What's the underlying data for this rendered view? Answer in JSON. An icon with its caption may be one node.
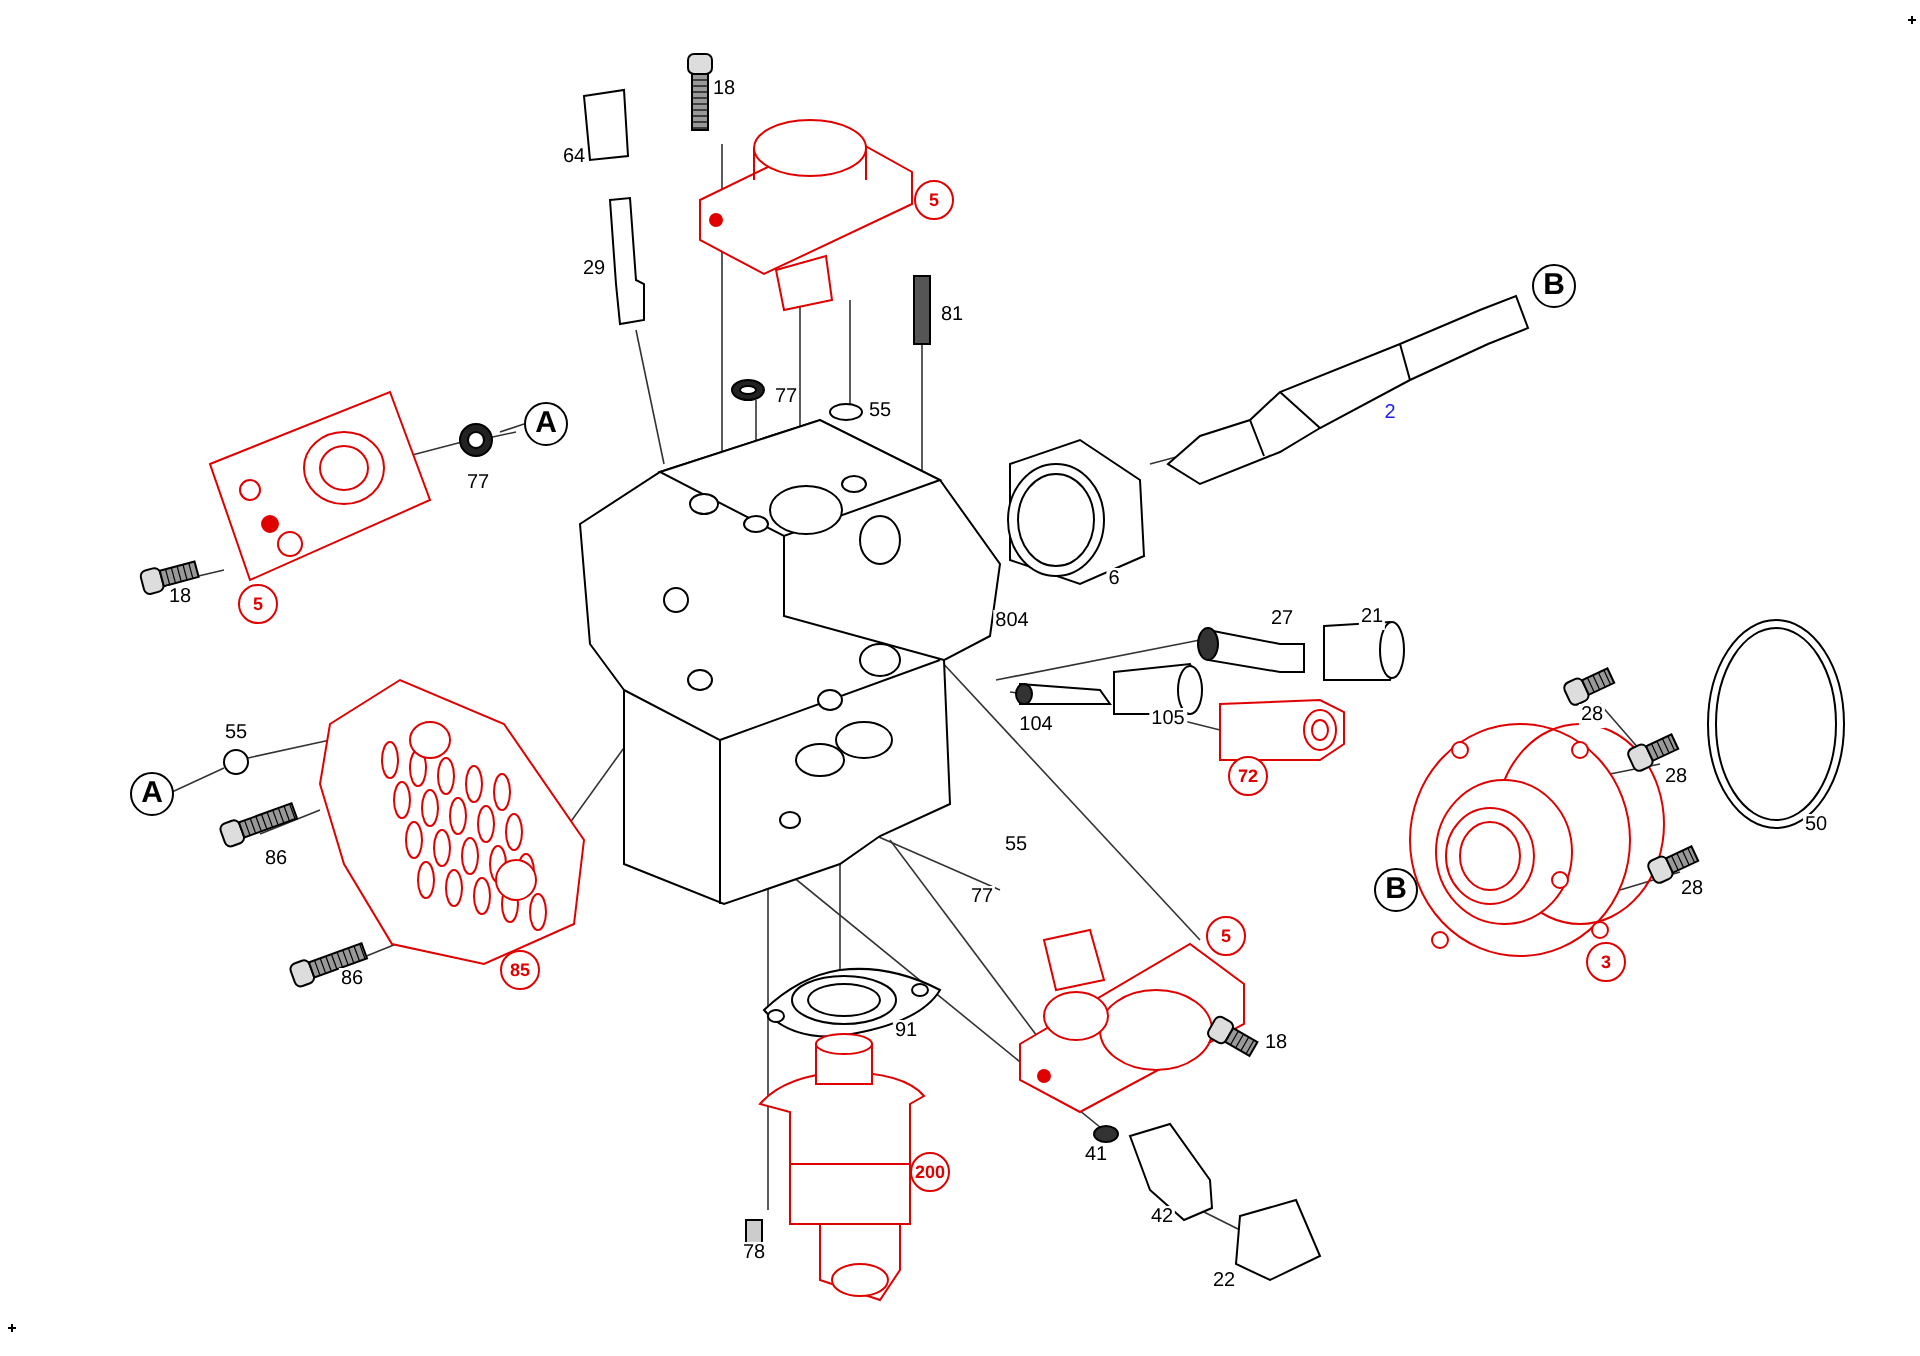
{
  "diagram": {
    "labels": [
      "18",
      "64",
      "5",
      "29",
      "81",
      "B",
      "77",
      "55",
      "A",
      "2",
      "77",
      "18",
      "5",
      "6",
      "804",
      "27",
      "21",
      "28",
      "55",
      "104",
      "105",
      "72",
      "A",
      "28",
      "50",
      "55",
      "86",
      "B",
      "28",
      "77",
      "5",
      "86",
      "85",
      "3",
      "91",
      "18",
      "200",
      "41",
      "42",
      "78",
      "22"
    ]
  }
}
